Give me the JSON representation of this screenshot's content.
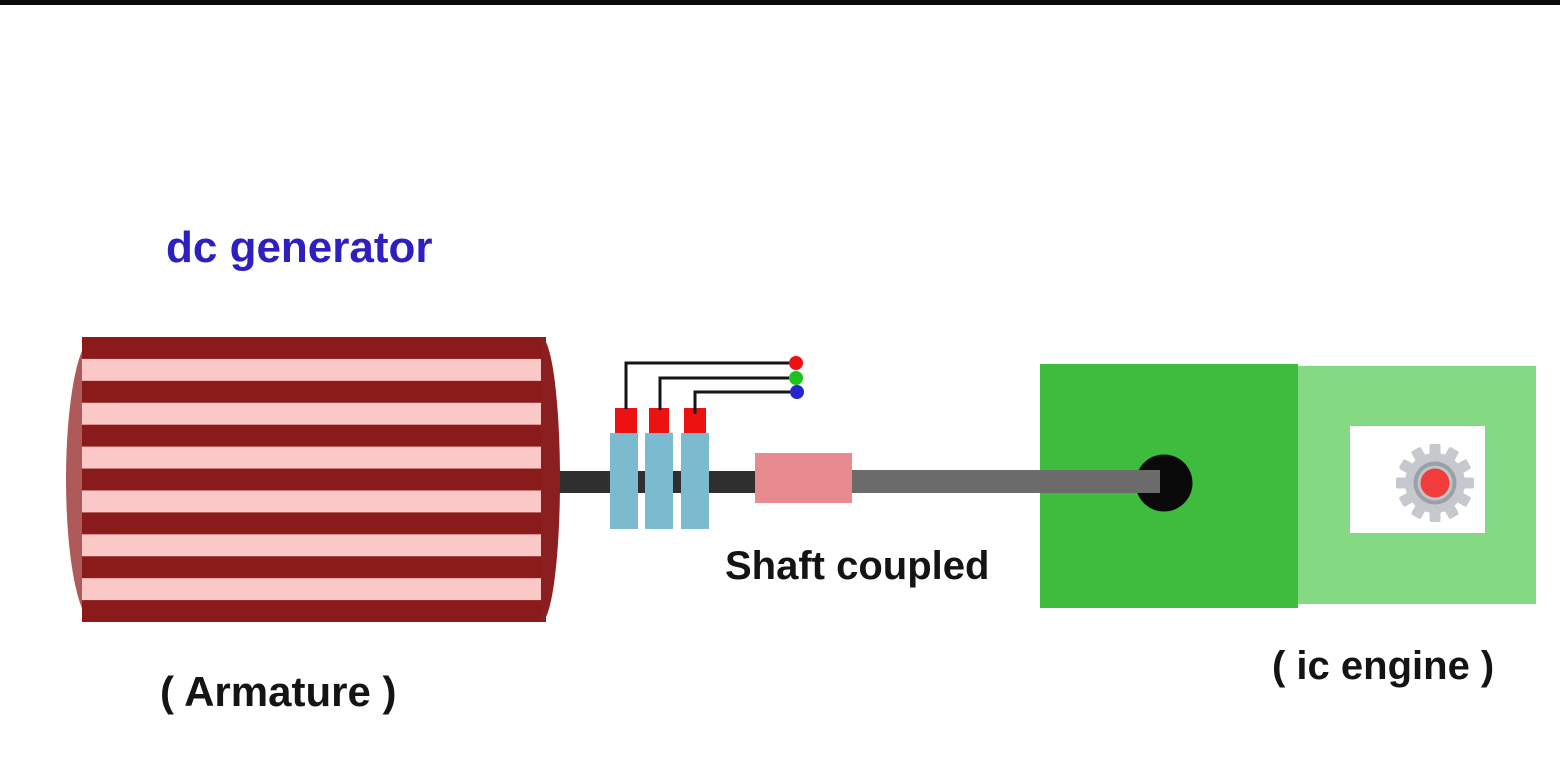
{
  "page": {
    "background": "#FFFFFF",
    "top_bar_color": "#0B0B0B"
  },
  "labels": {
    "generator": {
      "text": "dc generator",
      "color": "#2E20C0"
    },
    "shaft_coupled": {
      "text": "Shaft coupled",
      "color": "#141414"
    },
    "armature": {
      "text": "( Armature )",
      "color": "#141414"
    },
    "ic_engine": {
      "text": "( ic engine )",
      "color": "#141414"
    }
  },
  "generator": {
    "stripe_dark": "#8B1B1B",
    "stripe_pink": "#FBC8C8",
    "cap_left": "#AE5A5A",
    "cap_right": "#8B1F1F"
  },
  "commutator": {
    "brush_color": "#7CBAD0",
    "terminal_color": "#EE1111",
    "wire_color": "#151515",
    "terminal_dots": [
      {
        "name": "red-terminal-dot",
        "color": "#EE1111"
      },
      {
        "name": "green-terminal-dot",
        "color": "#1DC31D"
      },
      {
        "name": "blue-terminal-dot",
        "color": "#2525CD"
      }
    ]
  },
  "shaft": {
    "left_color": "#2F2F2F",
    "right_color": "#6B6B6B",
    "coupling_color": "#E78B91",
    "hub_color": "#0A0A0A"
  },
  "engine": {
    "body_dark": "#3EBC3E",
    "body_light": "#83DA83",
    "window_color": "#FFFFFF",
    "gear": {
      "body": "#C5C9CD",
      "ring": "#9AA0A6",
      "inner": "#BFC4C8",
      "center": "#F23B3B"
    }
  }
}
